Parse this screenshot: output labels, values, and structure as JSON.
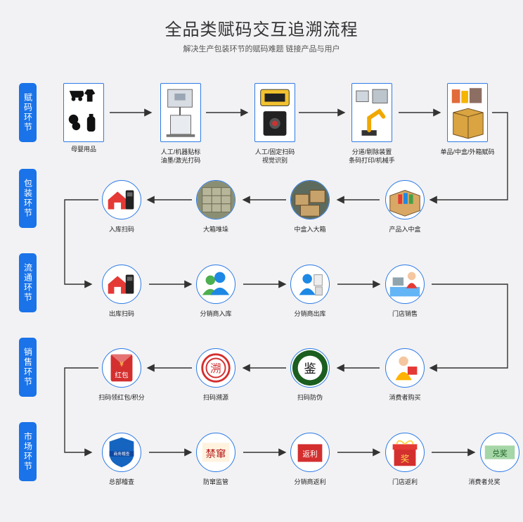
{
  "header": {
    "title": "全品类赋码交互追溯流程",
    "subtitle": "解决生产包装环节的赋码难题 链接产品与用户"
  },
  "sections": [
    {
      "label": "赋码环节"
    },
    {
      "label": "包装环节"
    },
    {
      "label": "流通环节"
    },
    {
      "label": "销售环节"
    },
    {
      "label": "市场环节"
    }
  ],
  "row1": [
    {
      "label": "母婴用品",
      "icon": "baby-products-icon"
    },
    {
      "label": "人工/机器贴标\n油墨/激光打码",
      "icon": "labeling-machine-icon"
    },
    {
      "label": "人工/固定扫码\n视觉识别",
      "icon": "barcode-scanner-icon"
    },
    {
      "label": "分道/剔除装置\n条码打印/机械手",
      "icon": "robot-arm-icon"
    },
    {
      "label": "单品/中盒/外箱赋码",
      "icon": "carton-icon"
    }
  ],
  "row2": [
    {
      "label": "入库扫码",
      "icon": "warehouse-scan-icon"
    },
    {
      "label": "大箱堆垛",
      "icon": "box-stack-icon"
    },
    {
      "label": "中盒入大箱",
      "icon": "boxes-icon"
    },
    {
      "label": "产品入中盒",
      "icon": "product-box-icon"
    }
  ],
  "row3": [
    {
      "label": "出库扫码",
      "icon": "warehouse-scan-icon"
    },
    {
      "label": "分销商入库",
      "icon": "distributor-icon"
    },
    {
      "label": "分销商出库",
      "icon": "distributor-out-icon"
    },
    {
      "label": "门店销售",
      "icon": "store-icon"
    }
  ],
  "row4": [
    {
      "label": "扫码领红包/积分",
      "icon": "red-packet-icon"
    },
    {
      "label": "扫码溯源",
      "icon": "trace-icon",
      "mark": "溯"
    },
    {
      "label": "扫码防伪",
      "icon": "anti-fake-icon",
      "mark": "鉴"
    },
    {
      "label": "消费者购买",
      "icon": "shopper-icon"
    }
  ],
  "row5": [
    {
      "label": "总部稽查",
      "icon": "badge-icon",
      "mark": "商务稽查"
    },
    {
      "label": "防窜监管",
      "icon": "anti-smuggle-icon",
      "mark": "禁窜"
    },
    {
      "label": "分销商返利",
      "icon": "rebate-icon",
      "mark": "返利"
    },
    {
      "label": "门店返利",
      "icon": "gift-icon",
      "mark": "奖"
    },
    {
      "label": "消费者兑奖",
      "icon": "prize-icon",
      "mark": "兑奖"
    }
  ],
  "red_packet_text": "红包",
  "colors": {
    "accent": "#1a73e8",
    "border": "#2d7be5",
    "arrow": "#333333",
    "red": "#d32f2f"
  }
}
